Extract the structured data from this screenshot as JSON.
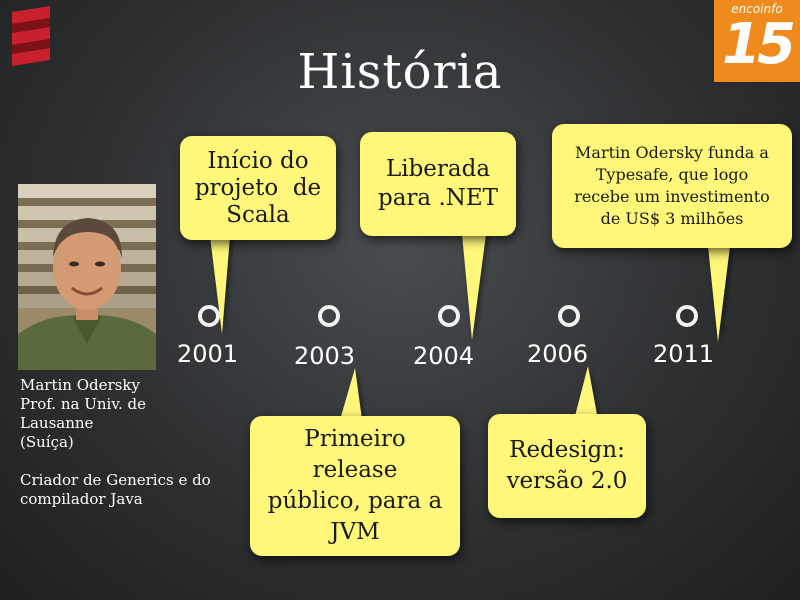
{
  "slide": {
    "title": "História",
    "event_logo": {
      "name": "encoinfo",
      "number": "15",
      "color": "#ef8a1c"
    },
    "logo_icon": "scala-logo-icon",
    "photo": {
      "icon": "portrait-photo",
      "description_alt": "Martin Odersky"
    },
    "bio": {
      "line1": "Martin Odersky",
      "line2": "Prof. na Univ. de",
      "line3": "Lausanne",
      "line4": "(Suíça)",
      "line5": "Criador de Generics e do",
      "line6": "compilador Java"
    },
    "timeline": {
      "years": [
        "2001",
        "2003",
        "2004",
        "2006",
        "2011"
      ]
    },
    "bubbles": {
      "b2001": [
        "Início do",
        "projeto  de",
        "Scala"
      ],
      "b2003": [
        "Primeiro",
        "release",
        "público, para a",
        "JVM"
      ],
      "b2004": [
        "Liberada",
        "para .NET"
      ],
      "b2006": [
        "Redesign:",
        "versão 2.0"
      ],
      "b2011": [
        "Martin Odersky funda a",
        "Typesafe, que logo",
        "recebe um investimento",
        "de US$ 3 milhões"
      ]
    },
    "colors": {
      "bubble": "#fff77a",
      "background": "#2e3032",
      "accent": "#ef8a1c",
      "scala_red": "#c8202c"
    }
  }
}
